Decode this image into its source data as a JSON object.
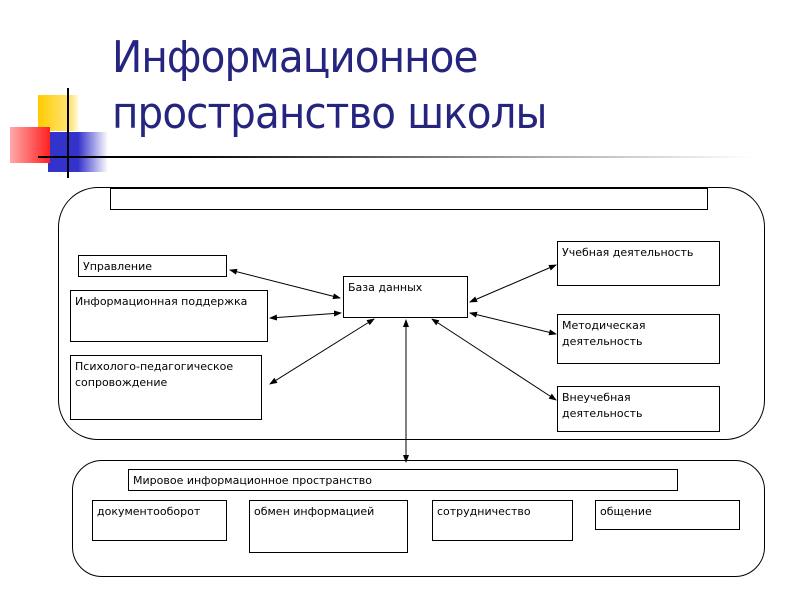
{
  "title": {
    "line1": "Информационное",
    "line2": "пространство школы"
  },
  "diagram": {
    "header_box": "",
    "left": [
      "Управление",
      "Информационная поддержка",
      "Психолого-педагогическое сопровождение"
    ],
    "center": "База данных",
    "right": [
      "Учебная деятельность",
      "Методическая деятельность",
      "Внеучебная деятельность"
    ],
    "world": "Мировое информационное пространство",
    "bottom": [
      "документооборот",
      "обмен информацией",
      "сотрудничество",
      "общение"
    ]
  },
  "colors": {
    "title": "#25257f",
    "yellow": "#ffcc00",
    "red": "#ff2020",
    "blue": "#3333cc"
  }
}
